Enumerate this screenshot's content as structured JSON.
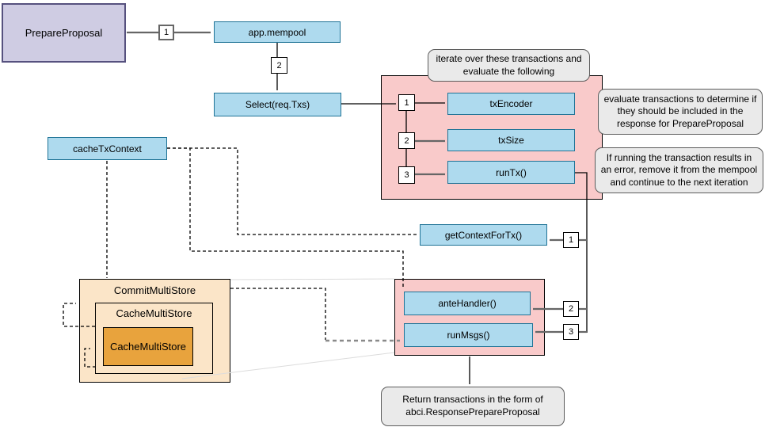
{
  "palette": {
    "node_blue_fill": "#AEDAEE",
    "node_blue_border": "#1F7396",
    "purple_fill": "#CFCCE3",
    "purple_border": "#56517E",
    "pink_container_fill": "#F9CACA",
    "store_peach_fill": "#FBE5C8",
    "store_orange_fill": "#E8A33D",
    "note_fill": "#EAEAEA",
    "note_border": "#5C5C5C",
    "connector_black": "#000000",
    "connector_gray": "#666666",
    "faint_link": "#DCDCDC"
  },
  "nodes": {
    "prepare_proposal": "PrepareProposal",
    "app_mempool": "app.mempool",
    "select_req_txs": "Select(req.Txs)",
    "tx_encoder": "txEncoder",
    "tx_size": "txSize",
    "run_tx": "runTx()",
    "cache_tx_context": "cacheTxContext",
    "get_context_for_tx": "getContextForTx()",
    "commit_multi_store": "CommitMultiStore",
    "cache_multi_store": "CacheMultiStore",
    "cache_multi_store_inner": "CacheMultiStore",
    "ante_handler": "anteHandler()",
    "run_msgs": "runMsgs()"
  },
  "badges": {
    "flow_1": "1",
    "flow_2": "2",
    "iter_1": "1",
    "iter_2": "2",
    "iter_3": "3",
    "ctx_1": "1",
    "ctx_2": "2",
    "ctx_3": "3"
  },
  "notes": {
    "iterate": "iterate over these transactions and evaluate the following",
    "evaluate": "evaluate transactions to determine if they should be included in the response for PrepareProposal",
    "error_handling": "If running the transaction results in an error, remove it from the mempool and continue to the next iteration",
    "return_response": "Return transactions in the form of abci.ResponsePrepareProposal"
  }
}
